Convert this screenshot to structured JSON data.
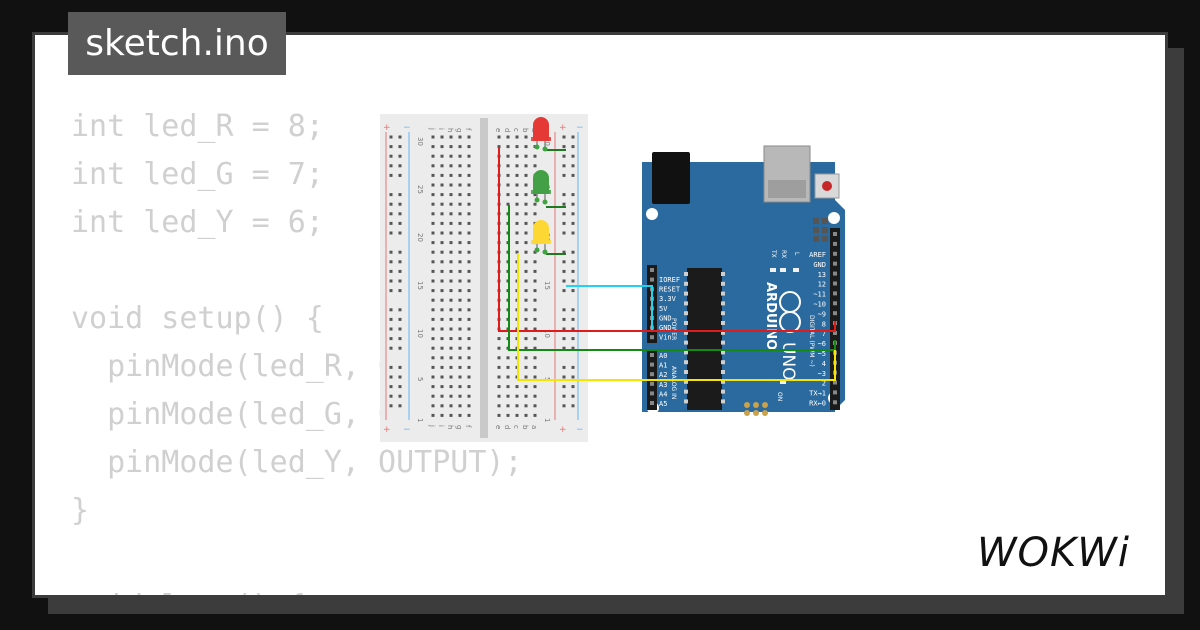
{
  "tab": {
    "filename": "sketch.ino"
  },
  "code": {
    "lines": [
      "int led_R = 8;",
      "int led_G = 7;",
      "int led_Y = 6;",
      "",
      "void setup() {",
      "  pinMode(led_R, OUTPUT);",
      "  pinMode(led_G, OUTPUT);",
      "  pinMode(led_Y, OUTPUT);",
      "}",
      "",
      "void loop() {"
    ]
  },
  "board": {
    "brand": "ARDUINO",
    "model": "UNO",
    "power_pins": [
      "IOREF",
      "RESET",
      "3.3V",
      "5V",
      "GND",
      "GND",
      "Vin"
    ],
    "analog_pins": [
      "A0",
      "A1",
      "A2",
      "A3",
      "A4",
      "A5"
    ],
    "digital_pins": [
      "AREF",
      "GND",
      "13",
      "12",
      "~11",
      "~10",
      "~9",
      "8",
      "7",
      "~6",
      "~5",
      "4",
      "~3",
      "2",
      "TX→1",
      "RX←0"
    ],
    "power_label": "POWER",
    "analog_label": "ANALOG IN",
    "digital_label": "DIGITAL (PWM ~)",
    "tx_label": "TX",
    "rx_label": "RX",
    "l_label": "L",
    "on_label": "ON"
  },
  "breadboard": {
    "row_numbers": [
      "30",
      "25",
      "20",
      "15",
      "10",
      "5",
      "1"
    ],
    "column_letters_left": [
      "j",
      "i",
      "h",
      "g",
      "f"
    ],
    "column_letters_right": [
      "e",
      "d",
      "c",
      "b",
      "a"
    ]
  },
  "leds": [
    {
      "name": "red",
      "color": "#e53935"
    },
    {
      "name": "green",
      "color": "#43a047"
    },
    {
      "name": "yellow",
      "color": "#fdd835"
    }
  ],
  "wires": {
    "red_color": "#e01b1b",
    "green_color": "#138a13",
    "yellow_color": "#f5e500",
    "cyan_color": "#22d3ee",
    "dark_green_color": "#1f7a1f"
  },
  "logo": {
    "text": "WOKWi"
  },
  "colors": {
    "background": "#111111",
    "card": "#ffffff",
    "tab": "#595959",
    "code_text": "#d0d0d0",
    "arduino_board": "#2b6a9e"
  }
}
